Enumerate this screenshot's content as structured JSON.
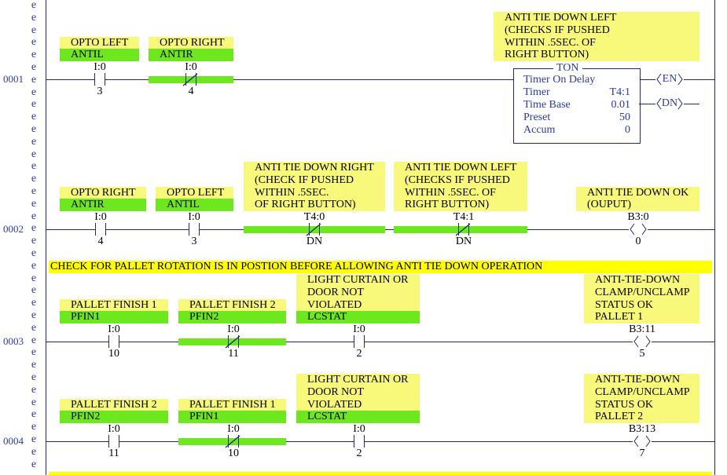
{
  "margin_marker": "e",
  "colors": {
    "comment": "#f8f87a",
    "symbol": "#6ee81e",
    "rung_comment": "#ffff00",
    "wire": "#1c2a78",
    "energized": "#6ee81e"
  },
  "rungs": [
    {
      "number": "0001",
      "instructions": [
        {
          "type": "XIC",
          "address": "I:0",
          "bit": "3",
          "desc": [
            "OPTO LEFT"
          ],
          "symbol": "ANTIL",
          "energized": false
        },
        {
          "type": "XIO",
          "address": "I:0",
          "bit": "4",
          "desc": [
            "OPTO RIGHT"
          ],
          "symbol": "ANTIR",
          "energized": true
        }
      ],
      "output_comment": [
        "ANTI TIE DOWN LEFT",
        "(CHECKS IF PUSHED",
        "WITHIN .5SEC. OF",
        "RIGHT BUTTON)"
      ],
      "timer": {
        "title": "TON",
        "name": "Timer On Delay",
        "fields": [
          {
            "label": "Timer",
            "value": "T4:1"
          },
          {
            "label": "Time Base",
            "value": "0.01"
          },
          {
            "label": "Preset",
            "value": "50"
          },
          {
            "label": "Accum",
            "value": "0"
          }
        ],
        "outputs": [
          "EN",
          "DN"
        ]
      }
    },
    {
      "number": "0002",
      "instructions": [
        {
          "type": "XIC",
          "address": "I:0",
          "bit": "4",
          "desc": [
            "OPTO RIGHT"
          ],
          "symbol": "ANTIR",
          "energized": false
        },
        {
          "type": "XIC",
          "address": "I:0",
          "bit": "3",
          "desc": [
            "OPTO LEFT"
          ],
          "symbol": "ANTIL",
          "energized": false
        },
        {
          "type": "XIO",
          "address": "T4:0",
          "bit": "DN",
          "desc": [
            "ANTI TIE DOWN RIGHT",
            "(CHECK IF PUSHED",
            "WITHIN .5SEC.",
            "OF RIGHT BUTTON)"
          ],
          "energized": true
        },
        {
          "type": "XIO",
          "address": "T4:1",
          "bit": "DN",
          "desc": [
            "ANTI TIE DOWN LEFT",
            "(CHECKS IF PUSHED",
            "WITHIN .5SEC. OF",
            "RIGHT BUTTON)"
          ],
          "energized": true
        }
      ],
      "output": {
        "type": "OTE",
        "address": "B3:0",
        "bit": "0",
        "desc": [
          "ANTI TIE DOWN OK",
          "(OUPUT)"
        ]
      }
    },
    {
      "number": "0003",
      "rung_comment": "CHECK FOR PALLET ROTATION IS IN POSTION BEFORE ALLOWING ANTI TIE DOWN OPERATION",
      "instructions": [
        {
          "type": "XIC",
          "address": "I:0",
          "bit": "10",
          "desc": [
            "PALLET FINISH 1"
          ],
          "symbol": "PFIN1",
          "energized": false
        },
        {
          "type": "XIO",
          "address": "I:0",
          "bit": "11",
          "desc": [
            "PALLET FINISH 2"
          ],
          "symbol": "PFIN2",
          "energized": true
        },
        {
          "type": "XIC",
          "address": "I:0",
          "bit": "2",
          "desc": [
            "LIGHT CURTAIN OR",
            "DOOR NOT",
            "VIOLATED"
          ],
          "symbol": "LCSTAT",
          "energized": false
        }
      ],
      "output": {
        "type": "OTE",
        "address": "B3:11",
        "bit": "5",
        "desc": [
          "ANTI-TIE-DOWN",
          "CLAMP/UNCLAMP",
          "STATUS OK",
          "PALLET 1"
        ]
      }
    },
    {
      "number": "0004",
      "instructions": [
        {
          "type": "XIC",
          "address": "I:0",
          "bit": "11",
          "desc": [
            "PALLET FINISH 2"
          ],
          "symbol": "PFIN2",
          "energized": false
        },
        {
          "type": "XIO",
          "address": "I:0",
          "bit": "10",
          "desc": [
            "PALLET FINISH 1"
          ],
          "symbol": "PFIN1",
          "energized": true
        },
        {
          "type": "XIC",
          "address": "I:0",
          "bit": "2",
          "desc": [
            "LIGHT CURTAIN OR",
            "DOOR NOT",
            "VIOLATED"
          ],
          "symbol": "LCSTAT",
          "energized": false
        }
      ],
      "output": {
        "type": "OTE",
        "address": "B3:13",
        "bit": "7",
        "desc": [
          "ANTI-TIE-DOWN",
          "CLAMP/UNCLAMP",
          "STATUS OK",
          "PALLET 2"
        ]
      }
    }
  ]
}
